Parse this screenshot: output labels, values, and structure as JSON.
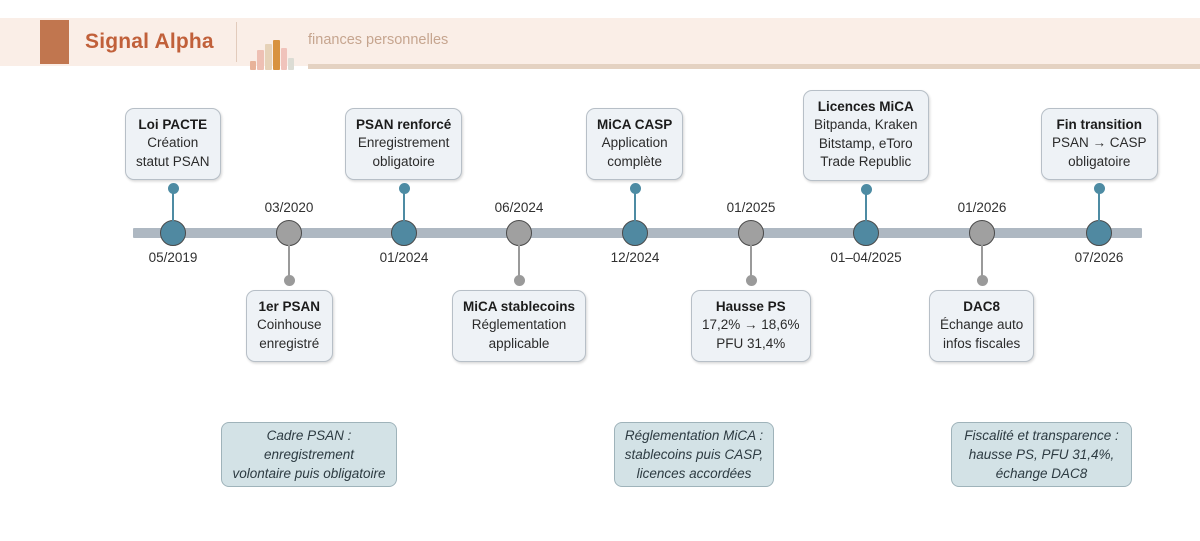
{
  "header": {
    "title": "Signal Alpha",
    "subtitle": "finances personnelles",
    "accent_color": "#c1764f",
    "band_color": "#faeee7",
    "title_color": "#c1603a",
    "icon": "bar-chart-icon"
  },
  "timeline": {
    "axis_color": "#aeb8c2",
    "major_color": "#5089a1",
    "minor_color": "#a0a0a0",
    "events": [
      {
        "date": "05/2019",
        "position": "major",
        "title": "Loi PACTE",
        "lines": [
          "Création",
          "statut PSAN"
        ]
      },
      {
        "date": "03/2020",
        "position": "minor",
        "title": "1er PSAN",
        "lines": [
          "Coinhouse",
          "enregistré"
        ]
      },
      {
        "date": "01/2024",
        "position": "major",
        "title": "PSAN renforcé",
        "lines": [
          "Enregistrement",
          "obligatoire"
        ]
      },
      {
        "date": "06/2024",
        "position": "minor",
        "title": "MiCA stablecoins",
        "lines": [
          "Réglementation",
          "applicable"
        ]
      },
      {
        "date": "12/2024",
        "position": "major",
        "title": "MiCA CASP",
        "lines": [
          "Application",
          "complète"
        ]
      },
      {
        "date": "01/2025",
        "position": "minor",
        "title": "Hausse PS",
        "lines": [
          "17,2% → 18,6%",
          "PFU 31,4%"
        ]
      },
      {
        "date": "01–04/2025",
        "position": "major",
        "title": "Licences MiCA",
        "lines": [
          "Bitpanda, Kraken",
          "Bitstamp, eToro",
          "Trade Republic"
        ]
      },
      {
        "date": "01/2026",
        "position": "minor",
        "title": "DAC8",
        "lines": [
          "Échange auto",
          "infos fiscales"
        ]
      },
      {
        "date": "07/2026",
        "position": "major",
        "title": "Fin transition",
        "lines": [
          "PSAN → CASP",
          "obligatoire"
        ]
      }
    ]
  },
  "summaries": [
    {
      "lines": [
        "Cadre PSAN :",
        "enregistrement",
        "volontaire puis obligatoire"
      ]
    },
    {
      "lines": [
        "Réglementation MiCA :",
        "stablecoins puis CASP,",
        "licences accordées"
      ]
    },
    {
      "lines": [
        "Fiscalité et transparence :",
        "hausse PS, PFU 31,4%,",
        "échange DAC8"
      ]
    }
  ]
}
